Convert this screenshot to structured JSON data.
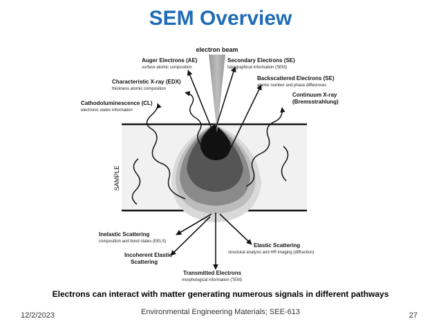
{
  "slide": {
    "title": "SEM Overview",
    "caption": "Electrons can interact with matter generating numerous signals in different pathways",
    "footer_date": "12/2/2023",
    "footer_course": "Environmental Engineering Materials; SEE-613",
    "page_number": "27",
    "title_color": "#1f6bb5"
  },
  "diagram": {
    "beam_label": "electron beam",
    "sample_label": "SAMPLE",
    "signals": {
      "auger": {
        "name": "Auger Electrons (AE)",
        "desc": "surface atomic composition"
      },
      "secondary": {
        "name": "Secondary Electrons (SE)",
        "desc": "topographical information (SEM)"
      },
      "xray": {
        "name": "Characteristic X-ray (EDX)",
        "desc": "thickness atomic composition"
      },
      "backscattered": {
        "name": "Backscattered Electrons (SE)",
        "desc": "atomic number and phase differences"
      },
      "cl": {
        "name": "Cathodoluminescence (CL)",
        "desc": "electronic states information"
      },
      "continuum": {
        "name": "Continuum X-ray",
        "desc": "(Bremsstrahlung)"
      },
      "inelastic": {
        "name": "Inelastic Scattering",
        "desc": "composition and bond states (EELS)"
      },
      "elastic": {
        "name": "Elastic Scattering",
        "desc": "structural analysis and HR imaging (diffraction)"
      },
      "incoherent": {
        "name": "Incoherent Elastic",
        "desc": "Scattering"
      },
      "transmitted": {
        "name": "Transmitted Electrons",
        "desc": "morphological information (TEM)"
      }
    }
  }
}
